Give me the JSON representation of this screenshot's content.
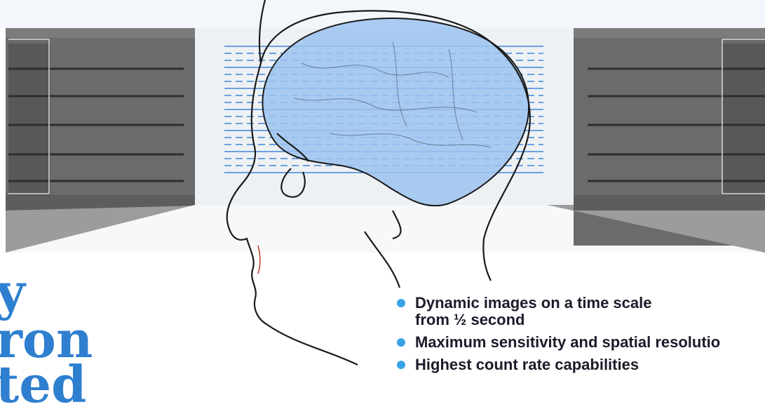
{
  "headline": {
    "lines": [
      "y",
      "ron",
      "ted"
    ]
  },
  "features": [
    {
      "line1": "Dynamic images on a time scale",
      "line2": "from ½ second"
    },
    {
      "line1": "Maximum sensitivity and spatial resolutio",
      "line2": ""
    },
    {
      "line1": "Highest count rate capabilities",
      "line2": ""
    }
  ],
  "colors": {
    "headline": "#2f7fd0",
    "bullet": "#3aa3e8",
    "brain_fill": "#9cc3ee",
    "scan_line": "#3f86d8",
    "detector": "#5e5e5e"
  },
  "illustration": {
    "subject": "head-profile-icon",
    "organ": "brain-icon",
    "equipment": "pet-scanner-detector-rings"
  }
}
